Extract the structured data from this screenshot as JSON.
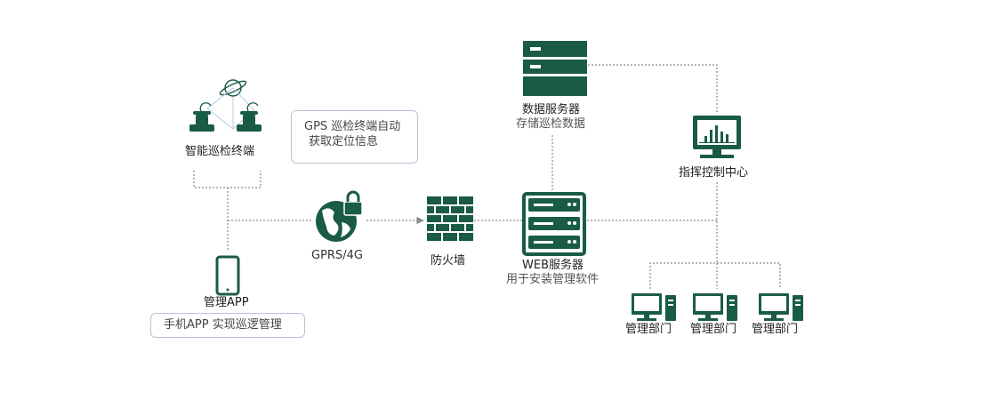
{
  "colors": {
    "icon": "#1a5c43",
    "line": "#8a8a8a",
    "box_border": "#b9c2d6"
  },
  "nodes": {
    "smart_terminal": {
      "label": "智能巡检终端",
      "icon": "satellite-terminal-icon"
    },
    "gps_note": {
      "line1": "GPS 巡检终端自动",
      "line2": "获取定位信息"
    },
    "mgmt_app": {
      "label": "管理APP",
      "icon": "smartphone-icon"
    },
    "app_note": {
      "text": "手机APP 实现巡逻管理"
    },
    "network": {
      "label": "GPRS/4G",
      "icon": "globe-lock-icon"
    },
    "firewall": {
      "label": "防火墙",
      "icon": "firewall-icon"
    },
    "data_server": {
      "label": "数据服务器",
      "sub": "存储巡检数据",
      "icon": "server-icon"
    },
    "web_server": {
      "label": "WEB服务器",
      "sub": "用于安装管理软件",
      "icon": "server-icon"
    },
    "command_center": {
      "label": "指挥控制中心",
      "icon": "monitor-chart-icon"
    },
    "departments": [
      {
        "label": "管理部门",
        "icon": "desktop-computer-icon"
      },
      {
        "label": "管理部门",
        "icon": "desktop-computer-icon"
      },
      {
        "label": "管理部门",
        "icon": "desktop-computer-icon"
      }
    ]
  }
}
